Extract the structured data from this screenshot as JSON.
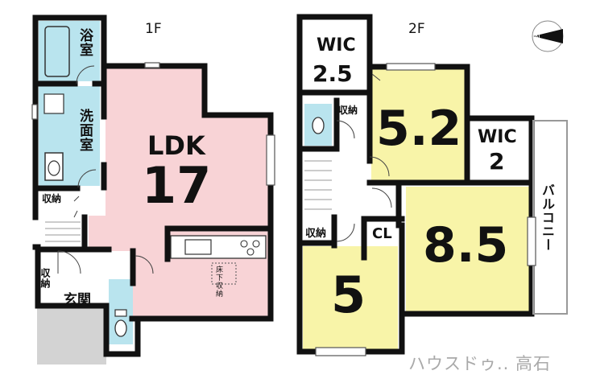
{
  "floor_1": {
    "title": "1F",
    "bath_label": "浴室",
    "washroom_label": "洗面室",
    "ldk_label": "LDK",
    "ldk_size": "17",
    "storage_label_a": "収納",
    "storage_label_b": "収納",
    "underfloor_label": "床下収納",
    "entrance_label": "玄関"
  },
  "floor_2": {
    "title": "2F",
    "wic_a_label": "WIC",
    "wic_a_size": "2.5",
    "room_a_size": "5.2",
    "wic_b_label": "WIC",
    "wic_b_size": "2",
    "storage_label_a": "収納",
    "storage_label_b": "収納",
    "closet_label": "CL",
    "room_b_size": "8.5",
    "room_c_size": "5",
    "balcony_label": "バルコニー"
  },
  "watermark": "ハウスドゥ.. 高石",
  "colors": {
    "wall": "#111111",
    "ldk_fill": "#f8d3d6",
    "bath_fill": "#b9e4ee",
    "room_fill": "#f8f4a8",
    "wic_fill": "#ffffff",
    "entrance_fill": "#d3d3d3"
  }
}
